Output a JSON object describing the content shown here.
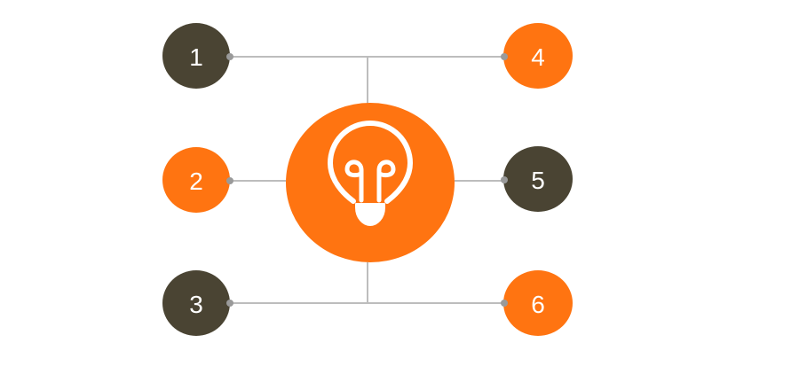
{
  "colors": {
    "dark": "#4a4433",
    "orange": "#ff7411",
    "line": "#bdbdbd",
    "dot": "#9a9a9a",
    "icon": "#ffffff"
  },
  "center": {
    "icon": "lightbulb-icon"
  },
  "nodes": [
    {
      "label": "1",
      "color": "dark"
    },
    {
      "label": "2",
      "color": "orange"
    },
    {
      "label": "3",
      "color": "dark"
    },
    {
      "label": "4",
      "color": "orange"
    },
    {
      "label": "5",
      "color": "dark"
    },
    {
      "label": "6",
      "color": "orange"
    }
  ]
}
